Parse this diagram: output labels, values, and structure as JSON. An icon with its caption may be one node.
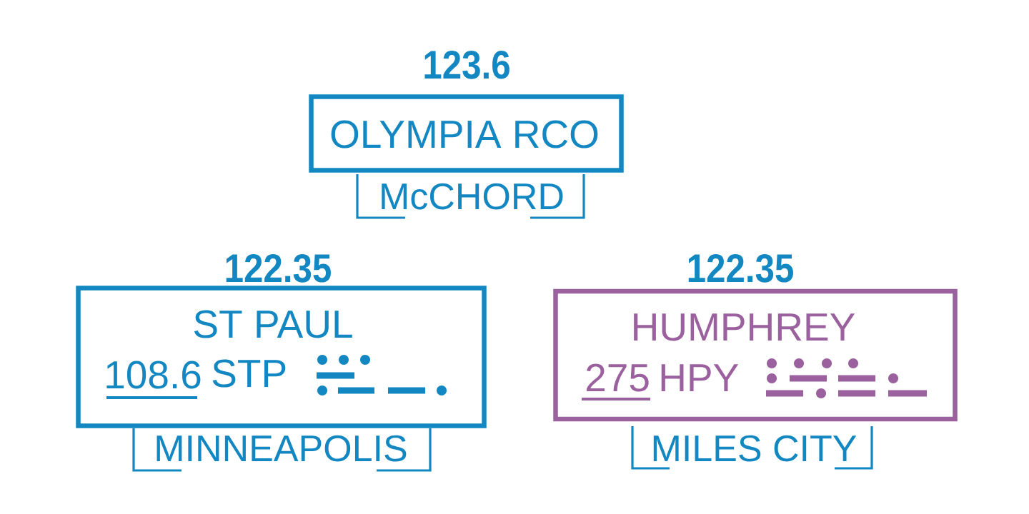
{
  "diagram": {
    "nodes": [
      {
        "text": [
          "123.6",
          "OLYMPIA RCO"
        ],
        "beside": [
          "McCHORD"
        ]
      },
      {
        "text": [
          "122.35",
          "ST PAUL",
          "108.6",
          "STP"
        ],
        "beside": [
          "MINNEAPOLIS"
        ]
      },
      {
        "text": [
          "122.35",
          "HUMPHREY",
          "275",
          "HPY"
        ],
        "beside": [
          "MILES CITY"
        ]
      }
    ]
  }
}
